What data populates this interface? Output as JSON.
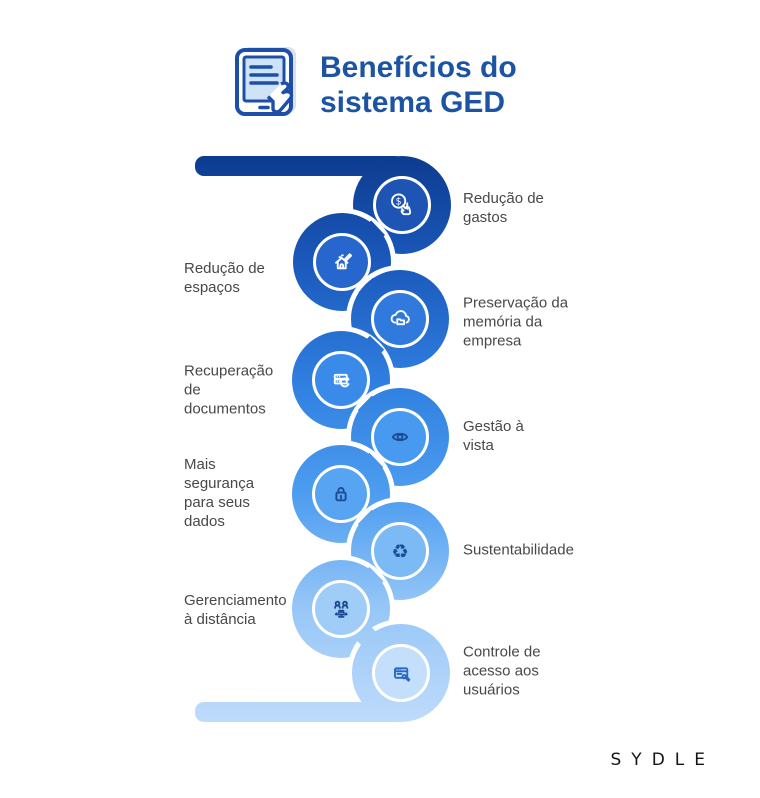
{
  "title": {
    "text": "Benefícios do sistema GED",
    "lines": [
      "Benefícios do",
      "sistema GED"
    ],
    "color": "#1c54a3"
  },
  "header_icon": "ged-tablet-document-icon",
  "benefits": [
    {
      "label": "Redução de gastos",
      "lines": [
        "Redução de",
        "gastos"
      ],
      "side": "right",
      "icon": "money-hand-icon",
      "fill": "#1e55b4",
      "icon_color": "#ffffff"
    },
    {
      "label": "Redução de espaços",
      "lines": [
        "Redução de",
        "espaços"
      ],
      "side": "left",
      "icon": "house-pencil-icon",
      "fill": "#2767cd",
      "icon_color": "#ffffff"
    },
    {
      "label": "Preservação da memória da empresa",
      "lines": [
        "Preservação da",
        "memória da",
        "empresa"
      ],
      "side": "right",
      "icon": "cloud-folder-icon",
      "fill": "#3079dd",
      "icon_color": "#ffffff"
    },
    {
      "label": "Recuperação de documentos",
      "lines": [
        "Recuperação",
        "de",
        "documentos"
      ],
      "side": "left",
      "icon": "server-refresh-icon",
      "fill": "#3a8ae9",
      "icon_color": "#ffffff"
    },
    {
      "label": "Gestão à vista",
      "lines": [
        "Gestão à",
        "vista"
      ],
      "side": "right",
      "icon": "eye-icon",
      "fill": "#489af0",
      "icon_color": "#1d4a94"
    },
    {
      "label": "Mais segurança para seus dados",
      "lines": [
        "Mais",
        "segurança",
        "para seus",
        "dados"
      ],
      "side": "left",
      "icon": "lock-icon",
      "fill": "#57a5f2",
      "icon_color": "#1d4a94"
    },
    {
      "label": "Sustentabilidade",
      "lines": [
        "Sustentabilidade"
      ],
      "side": "right",
      "icon": "recycle-icon",
      "fill": "#7cbaf5",
      "icon_color": "#1d4a94"
    },
    {
      "label": "Gerenciamento à distância",
      "lines": [
        "Gerenciamento",
        "à distância"
      ],
      "side": "left",
      "icon": "users-remote-icon",
      "fill": "#a0cdf8",
      "icon_color": "#1d4a94"
    },
    {
      "label": "Controle de acesso aos usuários",
      "lines": [
        "Controle de",
        "acesso aos",
        "usuários"
      ],
      "side": "right",
      "icon": "browser-key-icon",
      "fill": "#c3dffb",
      "icon_color": "#2a66c4"
    }
  ],
  "snake": {
    "gradient_stops": [
      "#0d3c8f",
      "#1b59bc",
      "#2f7fe0",
      "#4d9df0",
      "#97c7f7",
      "#bedbfb"
    ],
    "separator_color": "#ffffff"
  },
  "label_text_color": "#48484c",
  "header_icon_colors": {
    "outline": "#1d4fa8",
    "screen": "#cfe3f8",
    "shadow": "#dbe0ea"
  },
  "logo": {
    "text": "SYDLE",
    "color": "#151515"
  },
  "background": "#ffffff"
}
